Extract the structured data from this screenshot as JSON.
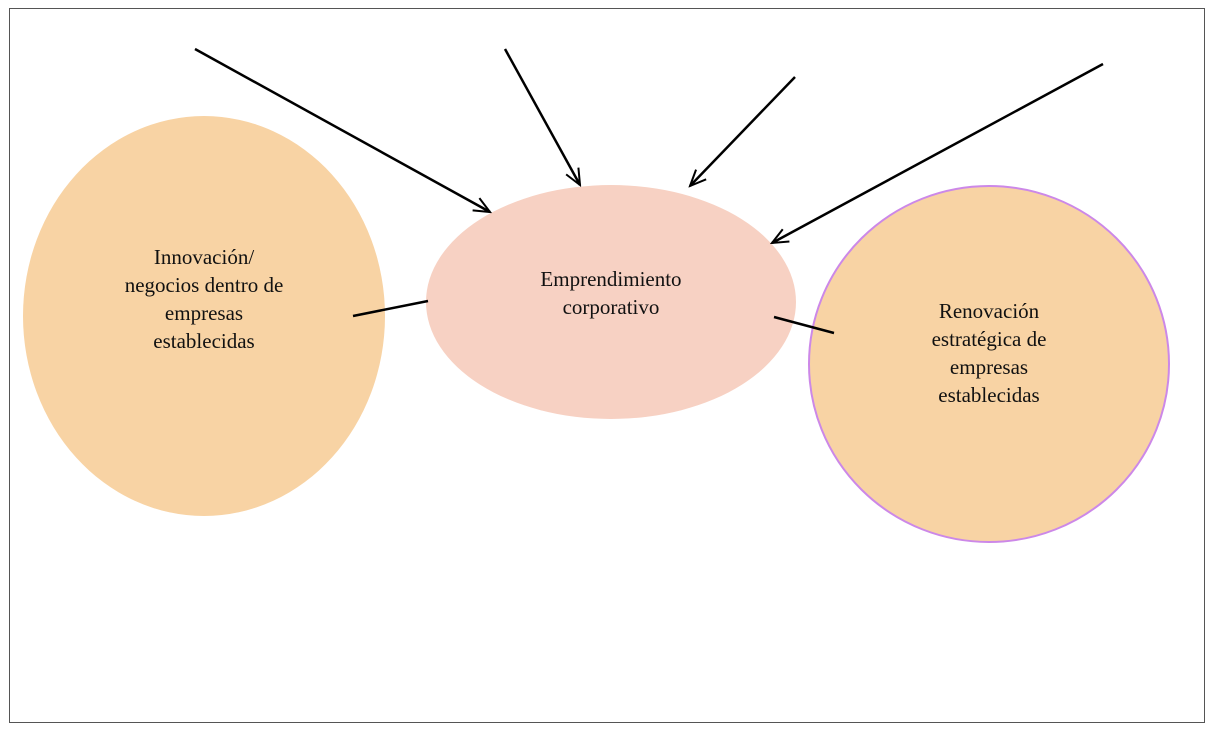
{
  "colors": {
    "left_fill": "#F8D3A4",
    "center_fill": "#F7D1C3",
    "right_fill": "#F8D3A4",
    "right_stroke": "#CC88E8",
    "line": "#000000",
    "frame": "#555555"
  },
  "nodes": {
    "left": {
      "lines": [
        "Innovación/",
        "negocios dentro de",
        "empresas",
        "establecidas"
      ]
    },
    "center": {
      "lines": [
        "Emprendimiento",
        "corporativo"
      ]
    },
    "right": {
      "lines": [
        "Renovación",
        "estratégica de",
        "empresas",
        "establecidas"
      ]
    }
  }
}
